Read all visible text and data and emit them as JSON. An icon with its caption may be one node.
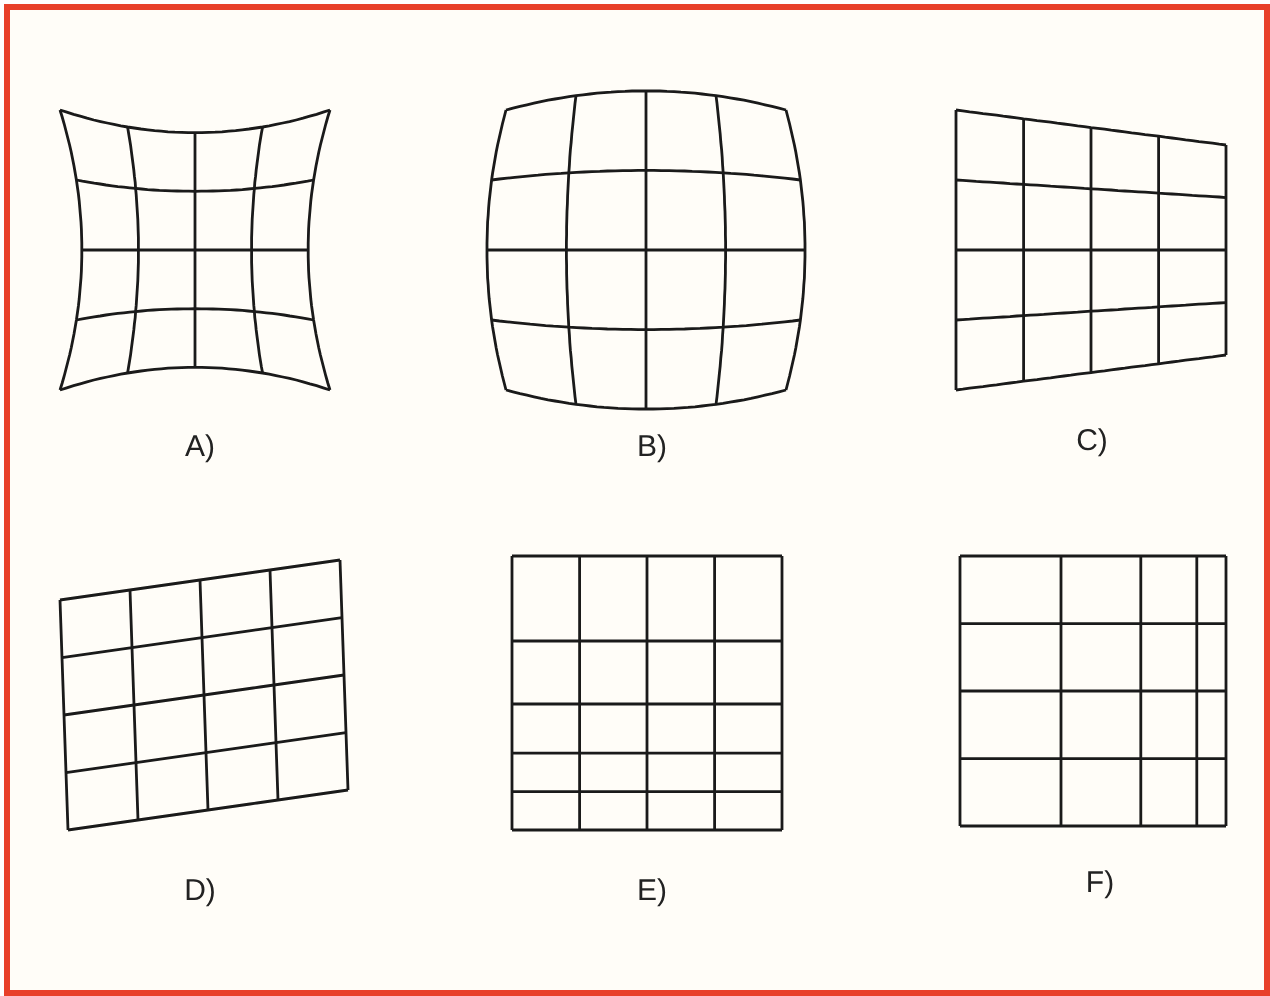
{
  "diagram": {
    "labels": [
      "A)",
      "B)",
      "C)",
      "D)",
      "E)",
      "F)"
    ]
  }
}
